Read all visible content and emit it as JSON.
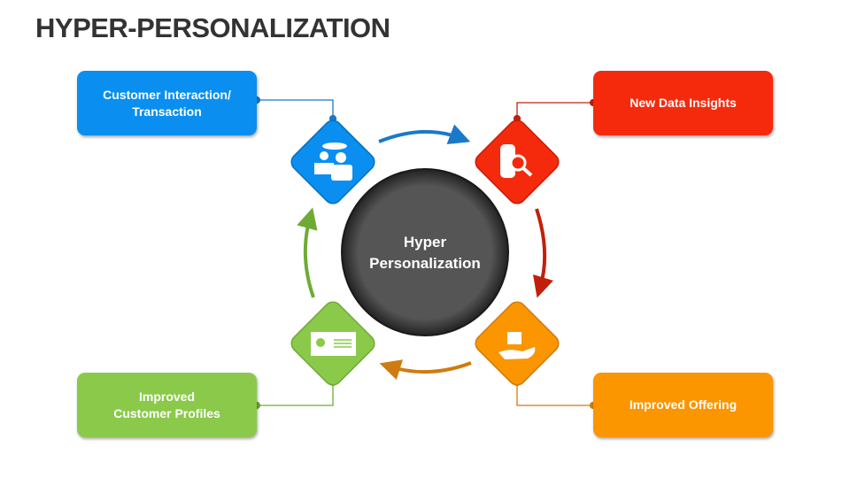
{
  "title": "HYPER-PERSONALIZATION",
  "center": {
    "line1": "Hyper",
    "line2": "Personalization"
  },
  "steps": [
    {
      "label": "Customer Interaction/ Transaction",
      "color": "#0a8ff0",
      "icon": "customer-interaction-icon"
    },
    {
      "label": "New Data Insights",
      "color": "#f52a0c",
      "icon": "database-search-icon"
    },
    {
      "label": "Improved Offering",
      "color": "#fb9500",
      "icon": "gift-hand-icon"
    },
    {
      "label": "Improved Customer Profiles",
      "color": "#8bc94a",
      "icon": "profile-card-icon"
    }
  ],
  "arrow_colors": [
    "#1a79c8",
    "#c0200b",
    "#d07b10",
    "#6fab34"
  ]
}
